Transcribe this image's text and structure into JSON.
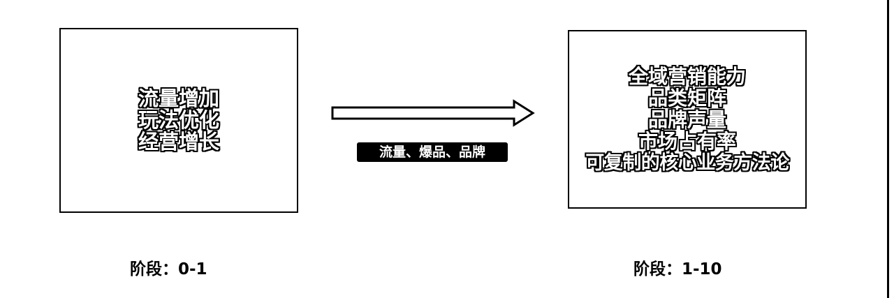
{
  "left_box": {
    "lines": [
      "流量增加",
      "玩法优化",
      "经营增长"
    ]
  },
  "right_box": {
    "lines": [
      "全域营销能力",
      "品类矩阵",
      "品牌声量",
      "市场占有率",
      "可复制的核心业务方法论"
    ]
  },
  "arrow": {
    "label": "流量、爆品、品牌"
  },
  "stages": {
    "left": "阶段：0-1",
    "right": "阶段：1-10"
  }
}
